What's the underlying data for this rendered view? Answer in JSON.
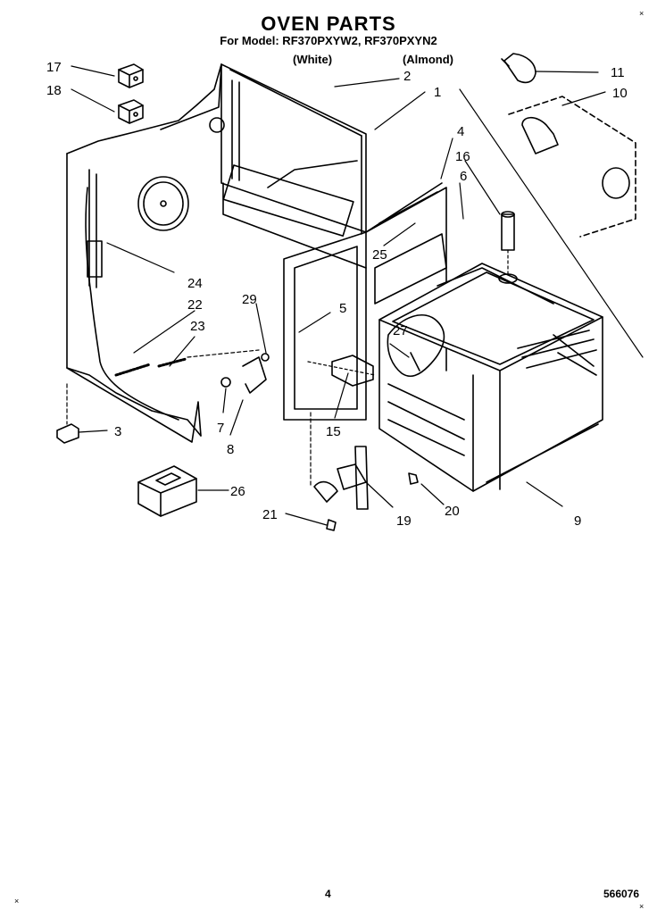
{
  "header": {
    "title": "OVEN PARTS",
    "subtitle": "For Model: RF370PXYW2, RF370PXYN2",
    "variant_white": "(White)",
    "variant_almond": "(Almond)"
  },
  "callouts": [
    "1",
    "2",
    "3",
    "4",
    "5",
    "6",
    "7",
    "8",
    "9",
    "10",
    "11",
    "15",
    "16",
    "17",
    "18",
    "19",
    "20",
    "21",
    "22",
    "23",
    "24",
    "25",
    "26",
    "27",
    "29"
  ],
  "footer": {
    "page_number": "4",
    "doc_code": "566076"
  },
  "corner_marks": {
    "top_right": "×",
    "bottom_left": "×",
    "bottom_right": "×"
  }
}
